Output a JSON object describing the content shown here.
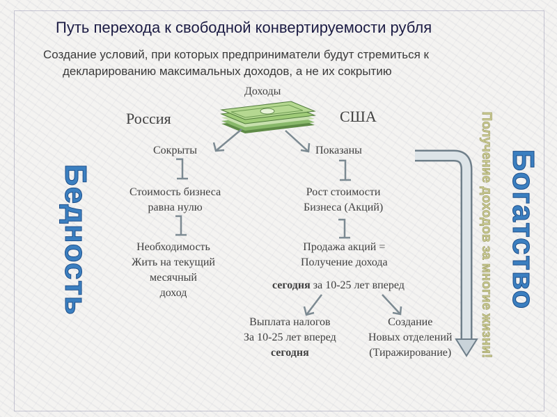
{
  "title": "Путь перехода к свободной конвертируемости рубля",
  "subtitle": {
    "line1": "Создание условий, при которых предприниматели будут стремиться к",
    "line2": "декларированию максимальных доходов, а не их сокрытию"
  },
  "root": {
    "label": "Доходы"
  },
  "russia": {
    "label": "Россия",
    "hidden": "Сокрыты",
    "value": [
      "Стоимость бизнеса",
      "равна нулю"
    ],
    "necessity": [
      "Необходимость",
      "Жить на текущий",
      "месячный",
      "доход"
    ]
  },
  "usa": {
    "label": "США",
    "shown": "Показаны",
    "growth": [
      "Рост стоимости",
      "Бизнеса (Акций)"
    ],
    "sale": [
      "Продажа акций =",
      "Получение дохода"
    ],
    "timing": {
      "strong": "сегодня",
      "rest": " за 10-25 лет вперед"
    },
    "taxes": [
      "Выплата налогов",
      "За 10-25 лет вперед",
      "сегодня"
    ],
    "branches": [
      "Создание",
      "Новых отделений",
      "(Тиражирование)"
    ]
  },
  "side": {
    "poverty": "Бедность",
    "wealth": "Богатство",
    "lifelong_income": "Получение доходов за многие жизни!"
  },
  "colors": {
    "title": "#1c1c44",
    "body": "#404040",
    "accent_blue": "#3b7fc0",
    "pale_yellow": "#c8c890",
    "arrow_gray": "#7c8a92",
    "money_green": "#9fcb78"
  },
  "icons": {
    "money": "money-stack-icon"
  }
}
